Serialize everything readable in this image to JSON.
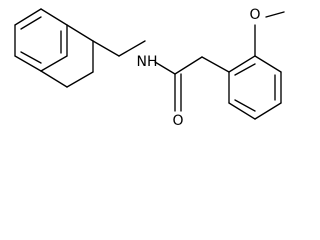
{
  "labels": {
    "nitrogen_hydrogen": "NH",
    "carbonyl_oxygen": "O",
    "methoxy_oxygen": "O"
  },
  "colors": {
    "background": "#ffffff",
    "ink": "#000000"
  }
}
